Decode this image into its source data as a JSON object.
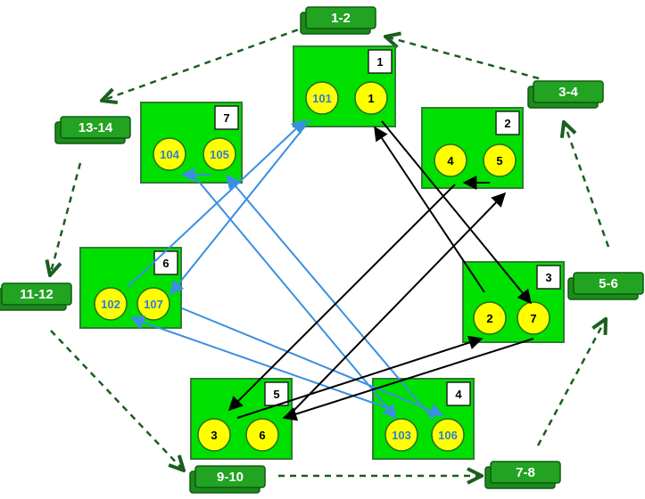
{
  "colors": {
    "box_fill": "#00e000",
    "box_stroke": "#2e7d32",
    "ball_fill": "#ffff00",
    "black_text": "#000000",
    "blue_text": "#2f7fd0",
    "tag_fill": "#22a322",
    "tag_shadow": "#1c8a1c",
    "dashed_arrow": "#1b5e20",
    "black_arrow": "#000000",
    "blue_arrow": "#3a8fe0"
  },
  "nodes": [
    {
      "id": "n1",
      "number": "1",
      "balls": [
        {
          "label": "101",
          "color": "blue"
        },
        {
          "label": "1",
          "color": "black"
        }
      ]
    },
    {
      "id": "n2",
      "number": "2",
      "balls": [
        {
          "label": "4",
          "color": "black"
        },
        {
          "label": "5",
          "color": "black"
        }
      ]
    },
    {
      "id": "n3",
      "number": "3",
      "balls": [
        {
          "label": "2",
          "color": "black"
        },
        {
          "label": "7",
          "color": "black"
        }
      ]
    },
    {
      "id": "n4",
      "number": "4",
      "balls": [
        {
          "label": "103",
          "color": "blue"
        },
        {
          "label": "106",
          "color": "blue"
        }
      ]
    },
    {
      "id": "n5",
      "number": "5",
      "balls": [
        {
          "label": "3",
          "color": "black"
        },
        {
          "label": "6",
          "color": "black"
        }
      ]
    },
    {
      "id": "n6",
      "number": "6",
      "balls": [
        {
          "label": "102",
          "color": "blue"
        },
        {
          "label": "107",
          "color": "blue"
        }
      ]
    },
    {
      "id": "n7",
      "number": "7",
      "balls": [
        {
          "label": "104",
          "color": "blue"
        },
        {
          "label": "105",
          "color": "blue"
        }
      ]
    }
  ],
  "tags": [
    {
      "id": "t1",
      "label": "1-2"
    },
    {
      "id": "t2",
      "label": "3-4"
    },
    {
      "id": "t3",
      "label": "5-6"
    },
    {
      "id": "t4",
      "label": "7-8"
    },
    {
      "id": "t5",
      "label": "9-10"
    },
    {
      "id": "t6",
      "label": "11-12"
    },
    {
      "id": "t7",
      "label": "13-14"
    }
  ],
  "edges": {
    "black": [
      {
        "from": "1",
        "to": "7"
      },
      {
        "from": "2",
        "to": "1"
      },
      {
        "from": "3",
        "to": "2"
      },
      {
        "from": "4",
        "to": "3"
      },
      {
        "from": "5",
        "to": "4"
      },
      {
        "from": "6",
        "to": "5"
      },
      {
        "from": "7",
        "to": "6"
      }
    ],
    "blue": [
      {
        "from": "101",
        "to": "107"
      },
      {
        "from": "102",
        "to": "101"
      },
      {
        "from": "103",
        "to": "102"
      },
      {
        "from": "104",
        "to": "103"
      },
      {
        "from": "105",
        "to": "104"
      },
      {
        "from": "106",
        "to": "105"
      },
      {
        "from": "107",
        "to": "106"
      }
    ]
  }
}
